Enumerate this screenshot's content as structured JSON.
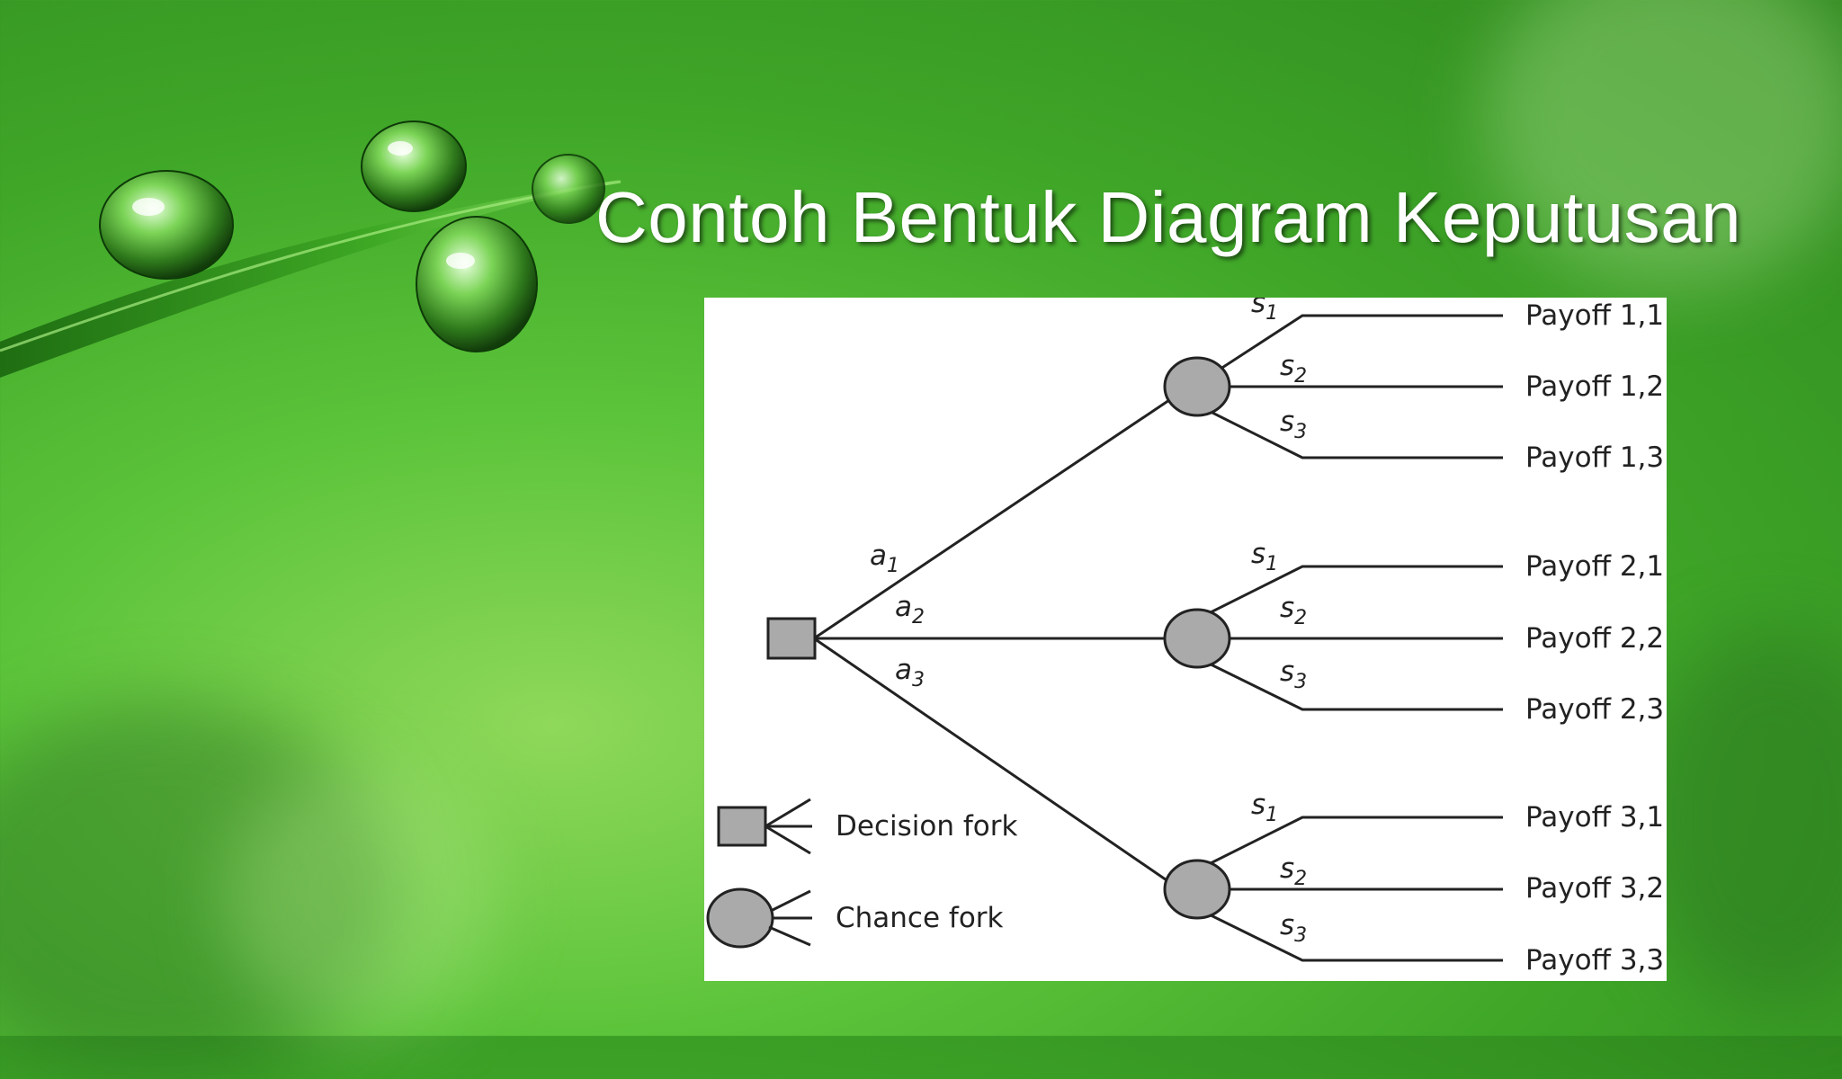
{
  "title": "Contoh Bentuk Diagram Keputusan",
  "actions": [
    {
      "label": "a",
      "sub": "1"
    },
    {
      "label": "a",
      "sub": "2"
    },
    {
      "label": "a",
      "sub": "3"
    }
  ],
  "states": [
    {
      "label": "s",
      "sub": "1"
    },
    {
      "label": "s",
      "sub": "2"
    },
    {
      "label": "s",
      "sub": "3"
    }
  ],
  "payoffs": [
    [
      "Payoff 1,1",
      "Payoff 1,2",
      "Payoff 1,3"
    ],
    [
      "Payoff 2,1",
      "Payoff 2,2",
      "Payoff 2,3"
    ],
    [
      "Payoff 3,1",
      "Payoff 3,2",
      "Payoff 3,3"
    ]
  ],
  "legend": {
    "decision": "Decision fork",
    "chance": "Chance fork"
  },
  "colors": {
    "node_fill": "#aaaaaa",
    "line": "#222222",
    "title": "#ffffff"
  }
}
